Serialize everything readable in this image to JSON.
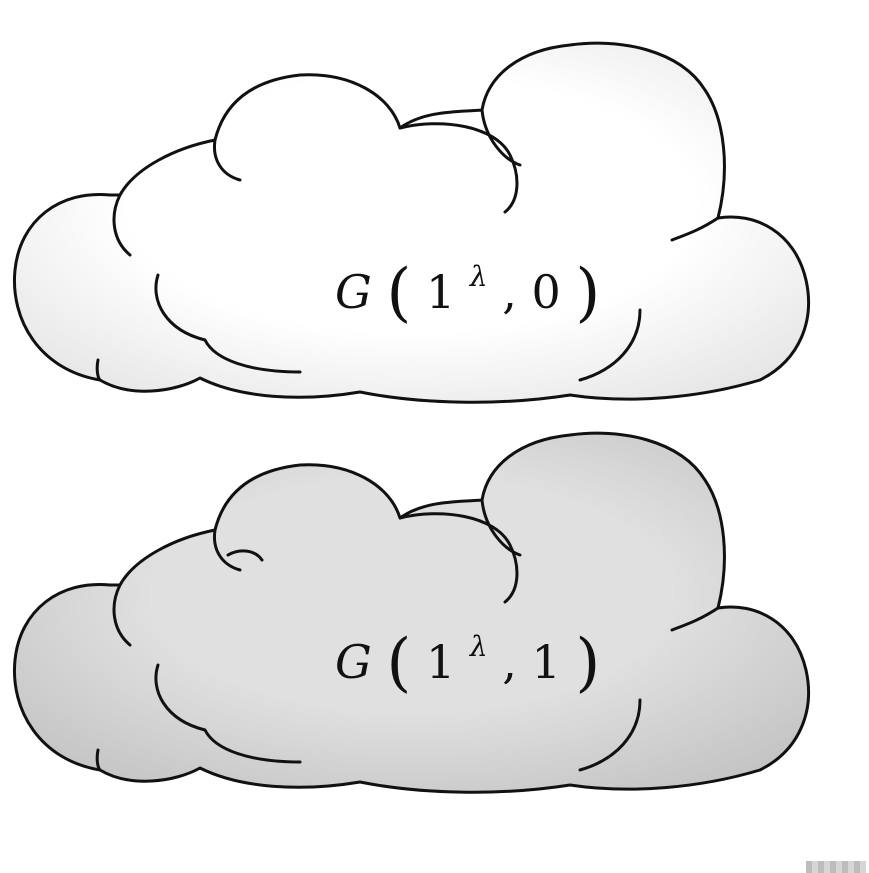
{
  "clouds": [
    {
      "id": "top",
      "fill": "#ffffff",
      "shade": "#e9e9e9",
      "label": {
        "func": "G",
        "base": "1",
        "exponent": "λ",
        "second_arg": "0"
      }
    },
    {
      "id": "bottom",
      "fill": "#dedede",
      "shade": "#c2c2c2",
      "label": {
        "func": "G",
        "base": "1",
        "exponent": "λ",
        "second_arg": "1"
      }
    }
  ],
  "colors": {
    "outline": "#111111",
    "background": "#ffffff"
  }
}
